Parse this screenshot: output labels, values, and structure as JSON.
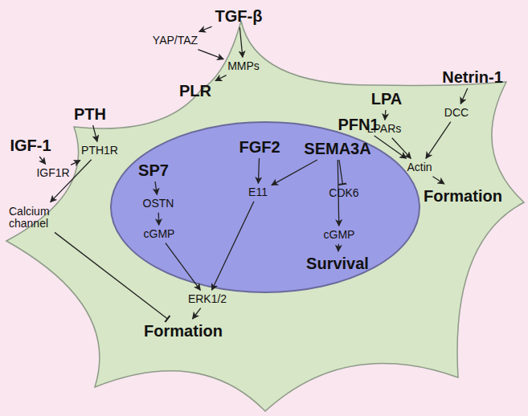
{
  "diagram": {
    "nodes": [
      {
        "text": [
          "TGF-β"
        ]
      },
      {
        "text": [
          "YAP/TAZ"
        ]
      },
      {
        "text": [
          "MMPs"
        ]
      },
      {
        "text": [
          "PLR"
        ]
      },
      {
        "text": [
          "Netrin-1"
        ]
      },
      {
        "text": [
          "LPA"
        ]
      },
      {
        "text": [
          "DCC"
        ]
      },
      {
        "text": [
          "PFN1"
        ]
      },
      {
        "text": [
          "LPARs"
        ]
      },
      {
        "text": [
          "Actin"
        ]
      },
      {
        "text": [
          "Formation"
        ]
      },
      {
        "text": [
          "PTH"
        ]
      },
      {
        "text": [
          "IGF-1"
        ]
      },
      {
        "text": [
          "PTH1R"
        ]
      },
      {
        "text": [
          "IGF1R"
        ]
      },
      {
        "text": [
          "Calcium channel"
        ]
      },
      {
        "text": [
          "SP7"
        ]
      },
      {
        "text": [
          "OSTN"
        ]
      },
      {
        "text": [
          "cGMP"
        ]
      },
      {
        "text": [
          "FGF2"
        ]
      },
      {
        "text": [
          "E11"
        ]
      },
      {
        "text": [
          "SEMA3A"
        ]
      },
      {
        "text": [
          "CDK6"
        ]
      },
      {
        "text": [
          "cGMP"
        ]
      },
      {
        "text": [
          "Survival"
        ]
      },
      {
        "text": [
          "ERK1/2"
        ]
      },
      {
        "text": [
          "Formation"
        ]
      }
    ],
    "edges": [
      {
        "from": 0,
        "to": 1,
        "arrow": "to"
      },
      {
        "from": 0,
        "to": 2,
        "arrow": "to"
      },
      {
        "from": 1,
        "to": 2,
        "arrow": "to"
      },
      {
        "from": 2,
        "to": 3,
        "arrow": "to"
      },
      {
        "from": 4,
        "to": 6,
        "arrow": "to"
      },
      {
        "from": 5,
        "to": 8,
        "arrow": "to"
      },
      {
        "from": 6,
        "to": 9,
        "arrow": "to"
      },
      {
        "from": 8,
        "to": 9,
        "arrow": "to"
      },
      {
        "from": 7,
        "to": 9,
        "arrow": "to"
      },
      {
        "from": 9,
        "to": 10,
        "arrow": "to"
      },
      {
        "from": 11,
        "to": 13,
        "arrow": "to"
      },
      {
        "from": 12,
        "to": 14,
        "arrow": "to"
      },
      {
        "from": 14,
        "to": 13,
        "arrow": "to"
      },
      {
        "from": 13,
        "to": 15,
        "arrow": "to"
      },
      {
        "from": 15,
        "to": 26,
        "arrow": "to"
      },
      {
        "from": 16,
        "to": 17,
        "arrow": "to"
      },
      {
        "from": 17,
        "to": 18,
        "arrow": "to"
      },
      {
        "from": 18,
        "to": 25,
        "arrow": "to"
      },
      {
        "from": 19,
        "to": 20,
        "arrow": "to"
      },
      {
        "from": 21,
        "to": 20,
        "arrow": "to"
      },
      {
        "from": 21,
        "to": 22,
        "arrow": "to"
      },
      {
        "from": 21,
        "to": 23,
        "arrow": "to"
      },
      {
        "from": 23,
        "to": 24,
        "arrow": "to"
      },
      {
        "from": 20,
        "to": 25,
        "arrow": "to"
      },
      {
        "from": 25,
        "to": 26,
        "arrow": "to"
      }
    ]
  }
}
